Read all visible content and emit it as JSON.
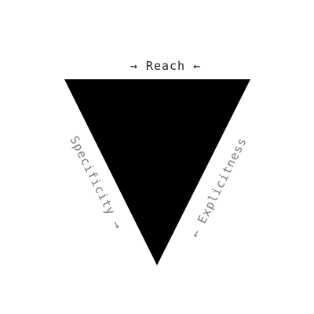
{
  "diagram": {
    "shape": "inverted-triangle",
    "fill_color": "#000000",
    "background_color": "#ffffff",
    "top_label": "→ Reach ←",
    "left_label": "Specificity →",
    "right_label": "← Explicitness",
    "top_label_color": "#222222",
    "side_label_color": "#777777"
  }
}
